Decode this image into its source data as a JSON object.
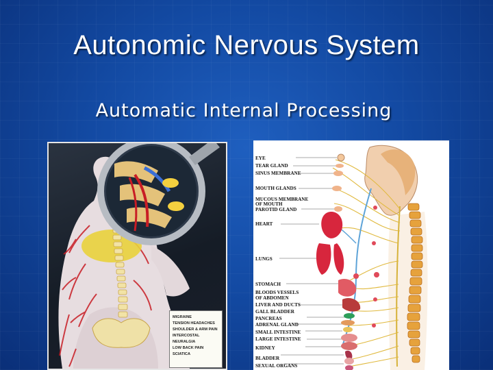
{
  "slide": {
    "title": "Autonomic Nervous System",
    "subtitle": "Automatic Internal Processing"
  },
  "left_figure": {
    "legend": [
      "MIGRAINE",
      "TENSION HEADACHES",
      "SHOULDER & ARM PAIN",
      "INTERCOSTAL NEURALGIA",
      "LOW BACK PAIN",
      "SCIATICA"
    ]
  },
  "right_figure": {
    "labels": [
      "EYE",
      "TEAR GLAND",
      "SINUS MEMBRANE",
      "MOUTH GLANDS",
      "MUCOUS MEMBRANE",
      "OF MOUTH",
      "PAROTID GLAND",
      "HEART",
      "LUNGS",
      "STOMACH",
      "BLOODS VESSELS",
      "OF ABDOMEN",
      "LIVER AND DUCTS",
      "GALL BLADDER",
      "PANCREAS",
      "ADRENAL GLAND",
      "SMALL INTESTINE",
      "LARGE INTESTINE",
      "KIDNEY",
      "BLADDER",
      "SEXUAL ORGANS"
    ]
  }
}
